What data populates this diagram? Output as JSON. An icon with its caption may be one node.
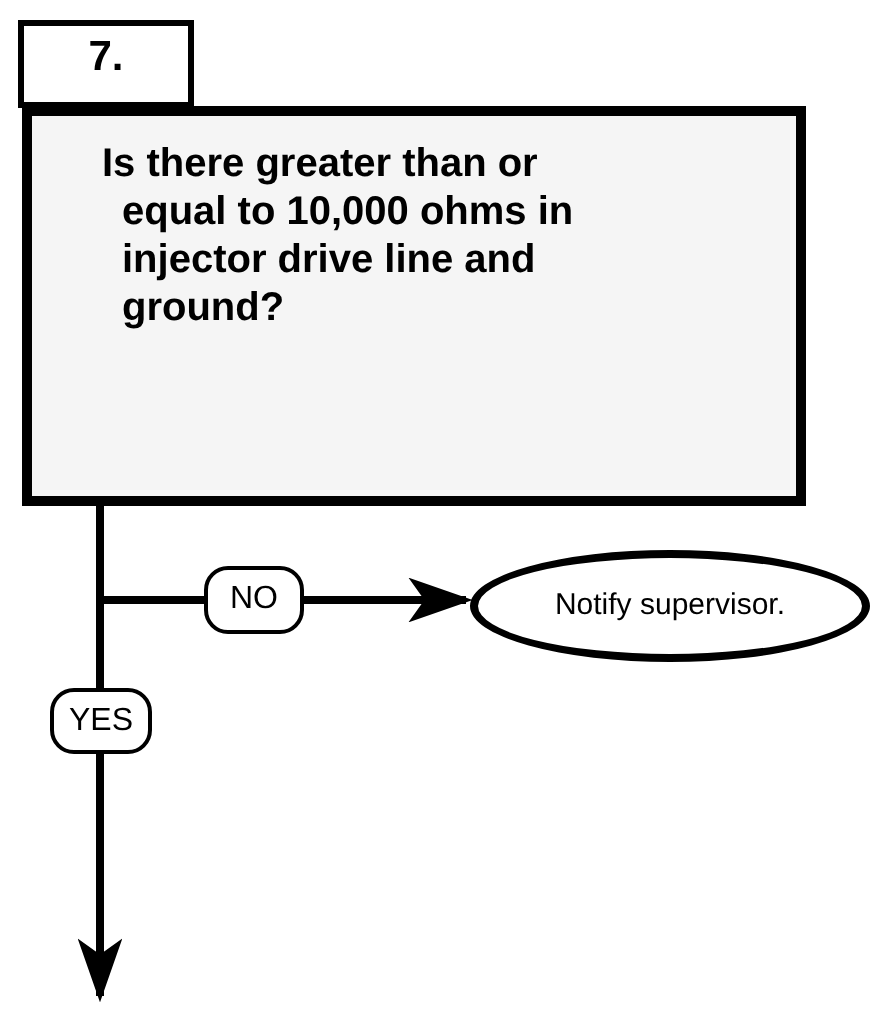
{
  "diagram": {
    "nodes": [
      {
        "text": [
          "7."
        ]
      },
      {
        "text": [
          "Is there greater than or equal to 10,000 ohms in injector drive line and ground?"
        ]
      },
      {
        "text": [
          "Notify supervisor."
        ]
      }
    ],
    "edges": [
      {
        "from": 1,
        "to": 2,
        "arrow": "to",
        "label": "NO"
      },
      {
        "from": 1,
        "to": null,
        "arrow": "to",
        "label": "YES"
      }
    ]
  }
}
